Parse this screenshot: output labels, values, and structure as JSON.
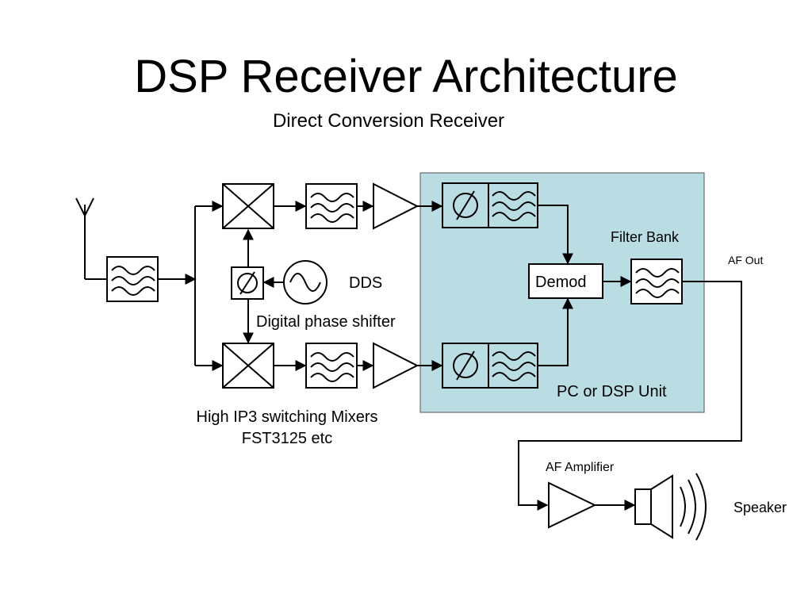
{
  "slide": {
    "title": "DSP Receiver Architecture",
    "subtitle": "Direct Conversion Receiver"
  },
  "labels": {
    "dds": "DDS",
    "phase_shifter": "Digital phase shifter",
    "mixers_line1": "High IP3 switching Mixers",
    "mixers_line2": "FST3125 etc",
    "demod": "Demod",
    "filter_bank": "Filter Bank",
    "pc_dsp_unit": "PC or DSP Unit",
    "af_out": "AF Out",
    "af_amplifier": "AF Amplifier",
    "speaker": "Speaker"
  },
  "colors": {
    "dsp_region_fill": "#b9dde3",
    "line": "#000000"
  },
  "icons": [
    "antenna-icon",
    "bandpass-filter-icon",
    "mixer-icon",
    "phase-shifter-icon",
    "oscillator-icon",
    "amplifier-icon",
    "speaker-icon"
  ]
}
